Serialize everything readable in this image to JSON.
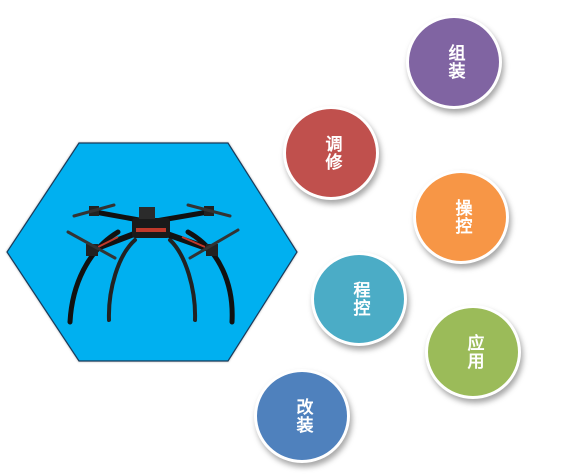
{
  "colors": {
    "hexagon_fill": "#00b0f0",
    "hexagon_stroke": "#1a3a5a",
    "purple": "#8064a2",
    "red": "#c0504d",
    "orange": "#f79646",
    "teal": "#4bacc6",
    "green": "#9bbb59",
    "blue": "#4f81bd"
  },
  "hexagon": {
    "image": "quadcopter-drone"
  },
  "bubbles": [
    {
      "id": "zuzhuang",
      "label": "组装",
      "color": "#8064a2"
    },
    {
      "id": "tiaoxiu",
      "label": "调修",
      "color": "#c0504d"
    },
    {
      "id": "caokong",
      "label": "操控",
      "color": "#f79646"
    },
    {
      "id": "chengkong",
      "label": "程控",
      "color": "#4bacc6"
    },
    {
      "id": "yingyong",
      "label": "应用",
      "color": "#9bbb59"
    },
    {
      "id": "gaizhuang",
      "label": "改装",
      "color": "#4f81bd"
    }
  ]
}
